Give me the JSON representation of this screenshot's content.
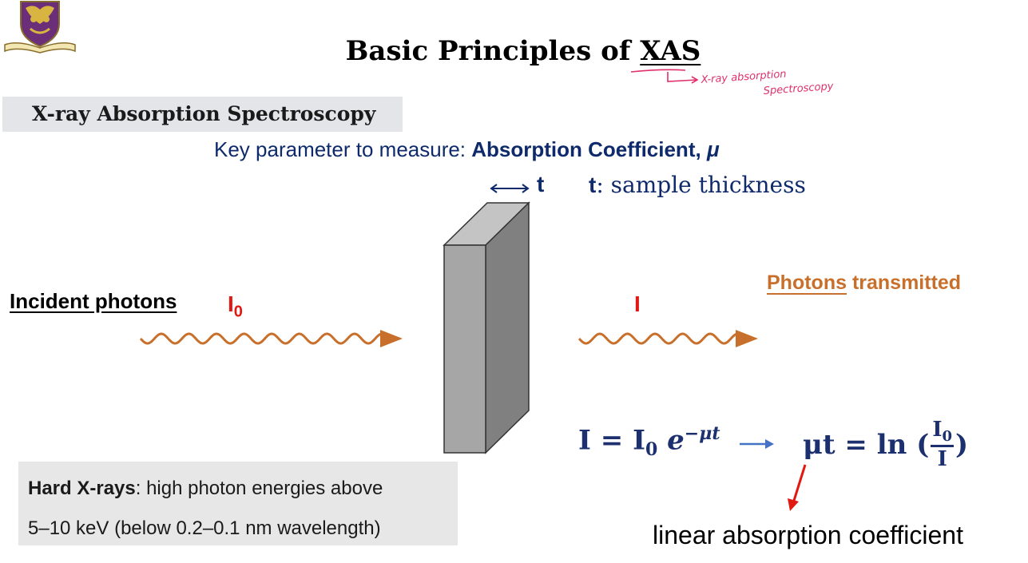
{
  "slide": {
    "title_prefix": "Basic Principles of ",
    "title_acronym": "XAS",
    "section_title": "X-ray Absorption Spectroscopy",
    "handwritten_note_line1": "X-ray absorption",
    "handwritten_note_line2": "Spectroscopy",
    "key_parameter_prefix": "Key parameter to measure: ",
    "key_parameter_bold": "Absorption Coefficient, ",
    "key_parameter_symbol": "μ",
    "thickness_symbol": "t",
    "thickness_def_symbol": "t",
    "thickness_def_text": ": sample thickness",
    "incident_label": "Incident photons",
    "incident_intensity": "I",
    "incident_intensity_sub": "0",
    "transmitted_intensity": "I",
    "transmitted_label_underlined": "Photons",
    "transmitted_label_rest": " transmitted",
    "equation_left_I": "I = I",
    "equation_left_sub": "0",
    "equation_left_e": "e",
    "equation_left_exp": "−μt",
    "equation_right_prefix": "μt = ln (",
    "equation_right_num": "I",
    "equation_right_num_sub": "0",
    "equation_right_den": "I",
    "equation_right_suffix": ")",
    "linear_coef_label": "linear absorption coefficient",
    "hard_xrays_bold": "Hard X-rays",
    "hard_xrays_line1_rest": ": high photon energies above",
    "hard_xrays_line2": "5–10 keV (below 0.2–0.1 nm wavelength)"
  },
  "colors": {
    "navy": "#0e2a6b",
    "red": "#e01a12",
    "orange": "#c8702b",
    "ink_pink": "#e0306a",
    "arrow_blue": "#4472c4",
    "slab_front": "#a6a6a6",
    "slab_side": "#808080",
    "slab_top": "#c4c4c4"
  },
  "icons": {
    "logo": "university-crest-icon",
    "thickness_arrow": "double-arrow-icon",
    "incident_wave": "wavy-arrow-icon",
    "transmitted_wave": "wavy-arrow-icon",
    "equation_arrow": "right-arrow-icon",
    "pointer_arrow": "red-arrow-icon"
  }
}
